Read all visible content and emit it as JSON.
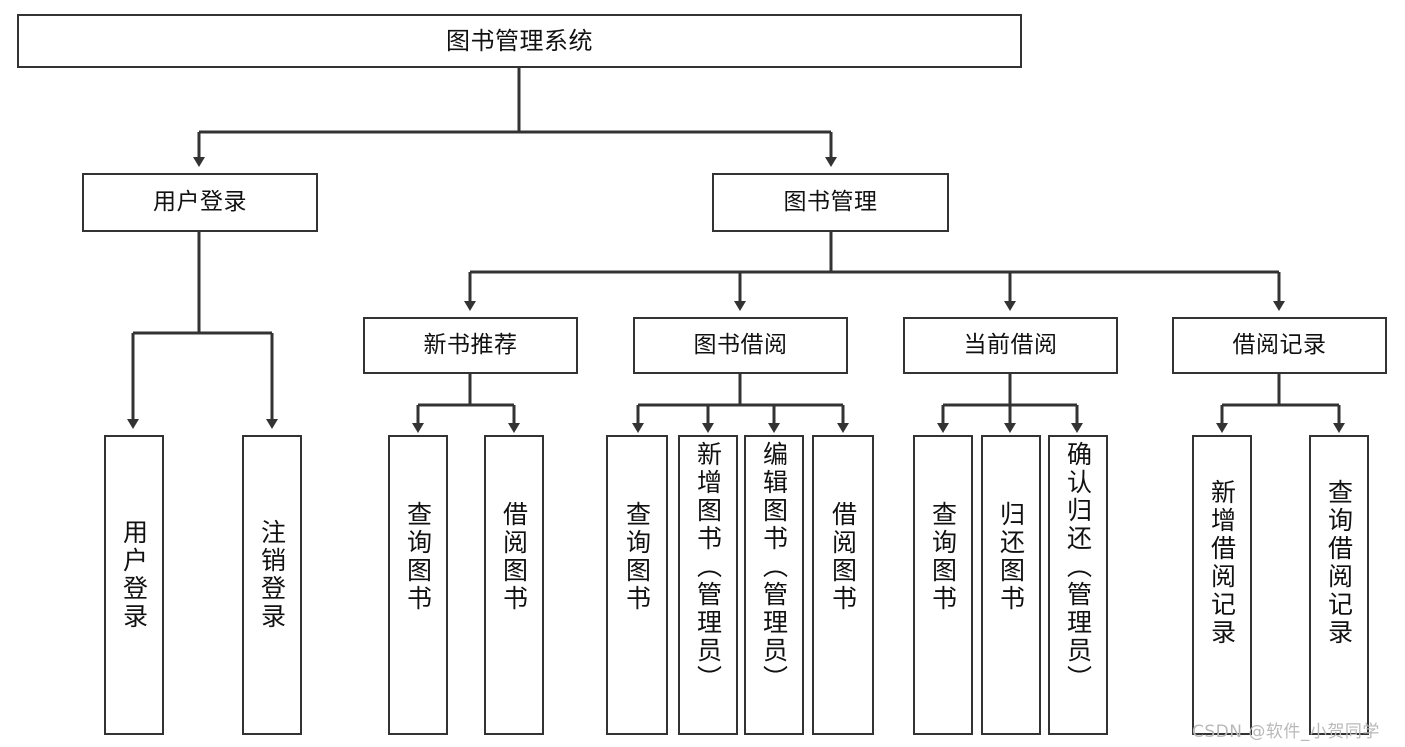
{
  "diagram": {
    "title": "图书管理系统",
    "type": "tree",
    "root": {
      "label": "图书管理系统"
    },
    "level2": [
      {
        "label": "用户登录"
      },
      {
        "label": "图书管理"
      }
    ],
    "level3": [
      {
        "label": "新书推荐"
      },
      {
        "label": "图书借阅"
      },
      {
        "label": "当前借阅"
      },
      {
        "label": "借阅记录"
      }
    ],
    "leaves": {
      "user_login": [
        {
          "label": "用户登录"
        },
        {
          "label": "注销登录"
        }
      ],
      "new_book_recommend": [
        {
          "label": "查询图书"
        },
        {
          "label": "借阅图书"
        }
      ],
      "book_borrow": [
        {
          "label": "查询图书"
        },
        {
          "label": "新增图书（管理员）"
        },
        {
          "label": "编辑图书（管理员）"
        },
        {
          "label": "借阅图书"
        }
      ],
      "current_borrow": [
        {
          "label": "查询图书"
        },
        {
          "label": "归还图书"
        },
        {
          "label": "确认归还（管理员）"
        }
      ],
      "borrow_record": [
        {
          "label": "新增借阅记录"
        },
        {
          "label": "查询借阅记录"
        }
      ]
    },
    "colors": {
      "stroke": "#333333",
      "text": "#111111",
      "background": "#ffffff",
      "watermark": "#b9b9b9"
    }
  },
  "watermark": {
    "text": "CSDN @软件_小贺同学"
  }
}
